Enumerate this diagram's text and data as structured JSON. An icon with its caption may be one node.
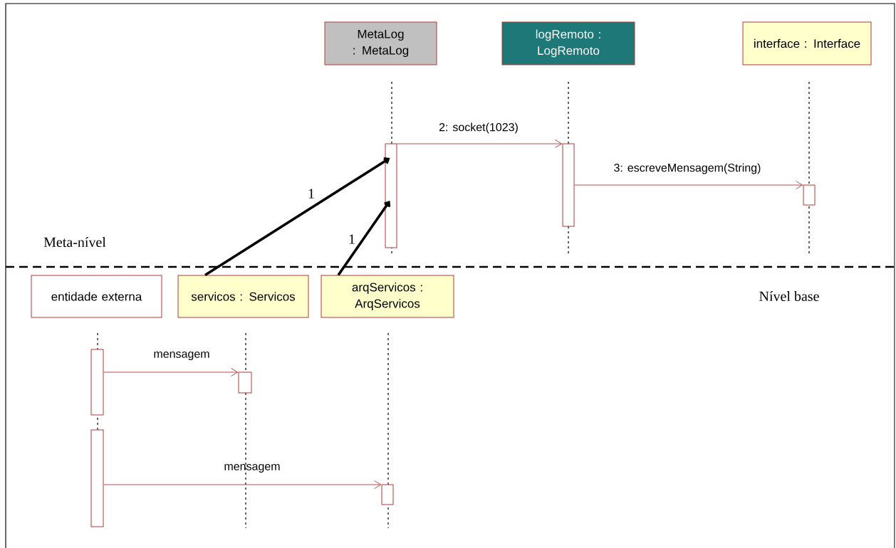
{
  "diagram": {
    "nodes": [
      {
        "text": [
          "MetaLog : MetaLog"
        ]
      },
      {
        "text": [
          "logRemoto : LogRemoto"
        ]
      },
      {
        "text": [
          "interface : Interface"
        ]
      },
      {
        "text": [
          "entidade externa"
        ]
      },
      {
        "text": [
          "servicos : Servicos"
        ]
      },
      {
        "text": [
          "arqServicos : ArqServicos"
        ]
      },
      {
        "text": [],
        "shape": "bar"
      },
      {
        "text": [],
        "shape": "bar"
      },
      {
        "text": [],
        "shape": "bar"
      },
      {
        "text": [],
        "shape": "bar"
      },
      {
        "text": [],
        "shape": "bar"
      },
      {
        "text": [],
        "shape": "bar"
      },
      {
        "text": [],
        "shape": "bar"
      }
    ],
    "edges": [
      {
        "from": 4,
        "to": 6,
        "arrow": "to",
        "label": "1",
        "style": "thick",
        "color": "#000000"
      },
      {
        "from": 5,
        "to": 6,
        "arrow": "to",
        "label": "1",
        "style": "thick",
        "color": "#000000"
      },
      {
        "from": 6,
        "to": 7,
        "arrow": "to",
        "label": "2: socket(1023)"
      },
      {
        "from": 7,
        "to": 8,
        "arrow": "to",
        "label": "3: escreveMensagem(String)"
      },
      {
        "from": 9,
        "to": 11,
        "arrow": "to",
        "label": "mensagem"
      },
      {
        "from": 10,
        "to": 12,
        "arrow": "to",
        "label": "mensagem"
      }
    ],
    "labels": [
      "Meta-nível",
      "Nível base"
    ]
  }
}
